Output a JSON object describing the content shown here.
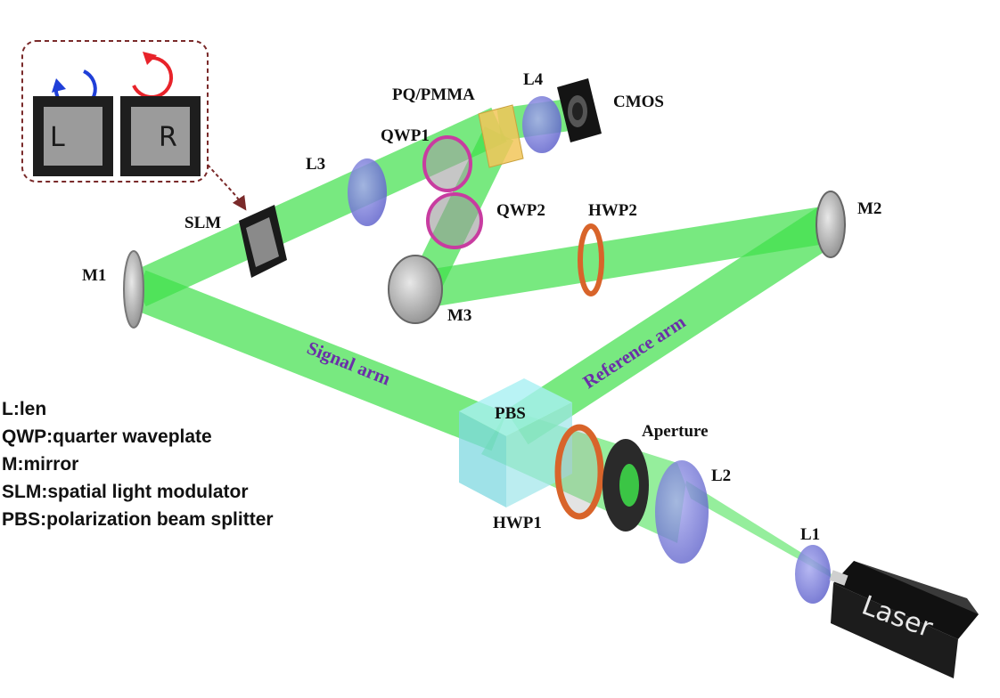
{
  "components": {
    "pq_pmma": "PQ/PMMA",
    "l4": "L4",
    "cmos": "CMOS",
    "qwp1": "QWP1",
    "l3": "L3",
    "qwp2": "QWP2",
    "hwp2": "HWP2",
    "m2": "M2",
    "slm": "SLM",
    "m1": "M1",
    "m3": "M3",
    "pbs": "PBS",
    "aperture": "Aperture",
    "l2": "L2",
    "hwp1": "HWP1",
    "l1": "L1",
    "laser": "Laser"
  },
  "arms": {
    "signal": "Signal arm",
    "reference": "Reference arm"
  },
  "inset": {
    "left_letter": "L",
    "right_letter": "R",
    "left_arrow_color": "#1f3fd8",
    "right_arrow_color": "#e8232a"
  },
  "legend": {
    "items": [
      "L:len",
      "QWP:quarter waveplate",
      "M:mirror",
      "SLM:spatial light modulator",
      "PBS:polarization beam splitter"
    ]
  },
  "colors": {
    "beam": "#3ee04a",
    "lens": "#6f72d8",
    "waveplate_hwp": "#d8642a",
    "waveplate_qwp": "#c83ca0",
    "mirror": "#b5b5b5",
    "pbs": "#7fe0e8",
    "arm_text": "#6a2fa8"
  }
}
